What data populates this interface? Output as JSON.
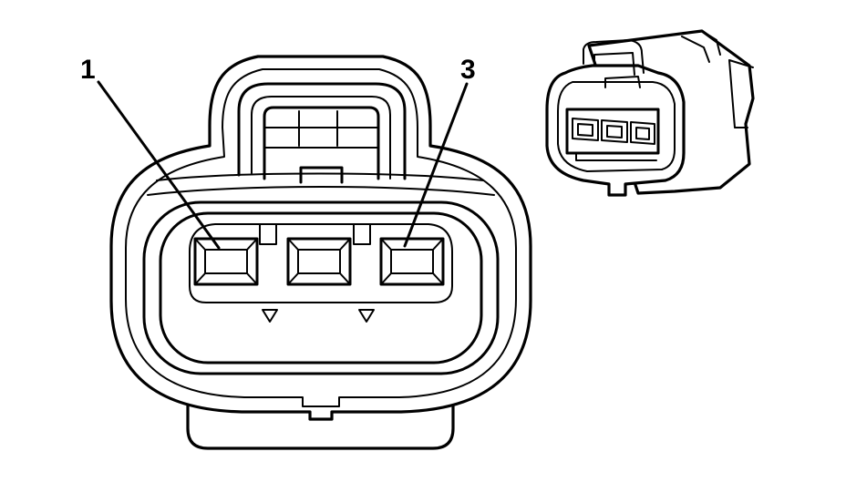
{
  "diagram": {
    "callouts": [
      {
        "id": "pin-1",
        "label": "1"
      },
      {
        "id": "pin-3",
        "label": "3"
      }
    ],
    "terminal_count": 3,
    "colors": {
      "line": "#000000",
      "fill": "#ffffff"
    }
  }
}
